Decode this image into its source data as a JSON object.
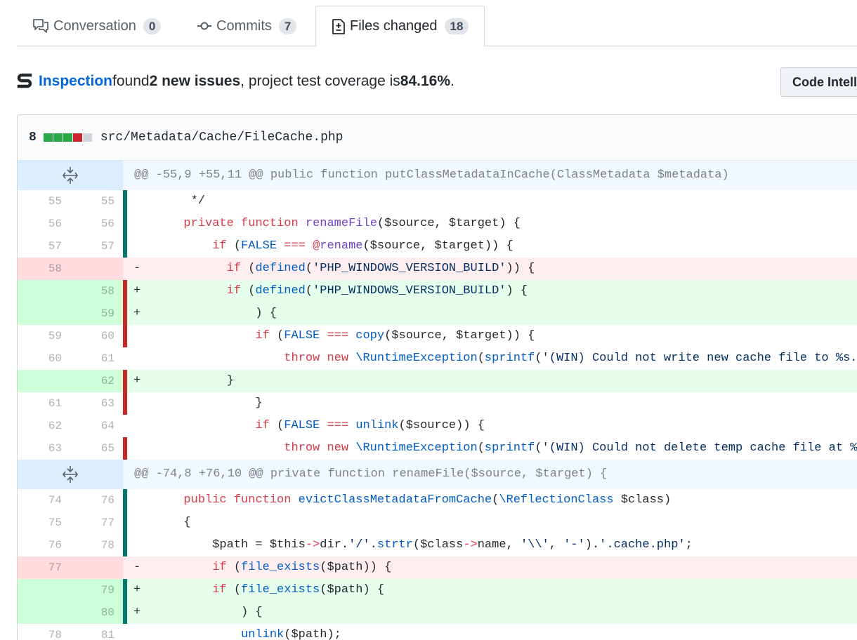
{
  "tabs": [
    {
      "label": "Conversation",
      "count": "0",
      "icon": "comment-discussion-icon"
    },
    {
      "label": "Commits",
      "count": "7",
      "icon": "git-commit-icon"
    },
    {
      "label": "Files changed",
      "count": "18",
      "icon": "file-diff-icon",
      "selected": true
    }
  ],
  "inspection": {
    "link": "Inspection",
    "text1": " found ",
    "issues": "2 new issues",
    "text2": ", project test coverage is ",
    "coverage": "84.16%",
    "text3": ".",
    "button": "Code Intelligence"
  },
  "file": {
    "changes": "8",
    "diffstat": [
      "add",
      "add",
      "add",
      "del",
      "neutral"
    ],
    "path": "src/Metadata/Cache/FileCache.php"
  },
  "colors": {
    "add": "#28a745",
    "del": "#cb2431",
    "neutral": "#d1d5da",
    "gutter_green": "#00786b",
    "gutter_red": "#c62828"
  },
  "hunks": [
    "@@ -55,9 +55,11 @@ public function putClassMetadataInCache(ClassMetadata $metadata)",
    "@@ -74,8 +76,10 @@ private function renameFile($source, $target) {"
  ],
  "lines": [
    {
      "old": "55",
      "new": "55",
      "sign": " ",
      "code": "       */"
    },
    {
      "old": "56",
      "new": "56",
      "sign": " ",
      "code": "      private function renameFile($source, $target) {"
    },
    {
      "old": "57",
      "new": "57",
      "sign": " ",
      "code": "          if (FALSE === @rename($source, $target)) {"
    },
    {
      "old": "58",
      "new": "",
      "sign": "-",
      "code": "            if (defined('PHP_WINDOWS_VERSION_BUILD')) {"
    },
    {
      "old": "",
      "new": "58",
      "sign": "+",
      "code": "            if (defined('PHP_WINDOWS_VERSION_BUILD') {"
    },
    {
      "old": "",
      "new": "59",
      "sign": "+",
      "code": "                ) {"
    },
    {
      "old": "59",
      "new": "60",
      "sign": " ",
      "code": "                if (FALSE === copy($source, $target)) {"
    },
    {
      "old": "60",
      "new": "61",
      "sign": " ",
      "code": "                    throw new \\RuntimeException(sprintf('(WIN) Could not write new cache file to %s.', $target));"
    },
    {
      "old": "",
      "new": "62",
      "sign": "+",
      "code": "            }"
    },
    {
      "old": "61",
      "new": "63",
      "sign": " ",
      "code": "                }"
    },
    {
      "old": "62",
      "new": "64",
      "sign": " ",
      "code": "                if (FALSE === unlink($source)) {"
    },
    {
      "old": "63",
      "new": "65",
      "sign": " ",
      "code": "                    throw new \\RuntimeException(sprintf('(WIN) Could not delete temp cache file at %s.', $source));"
    },
    {
      "old": "74",
      "new": "76",
      "sign": " ",
      "code": "      public function evictClassMetadataFromCache(\\ReflectionClass $class)"
    },
    {
      "old": "75",
      "new": "77",
      "sign": " ",
      "code": "      {"
    },
    {
      "old": "76",
      "new": "78",
      "sign": " ",
      "code": "          $path = $this->dir.'/'.strtr($class->name, '\\\\', '-').'.cache.php';"
    },
    {
      "old": "77",
      "new": "",
      "sign": "-",
      "code": "          if (file_exists($path)) {"
    },
    {
      "old": "",
      "new": "79",
      "sign": "+",
      "code": "          if (file_exists($path) {"
    },
    {
      "old": "",
      "new": "80",
      "sign": "+",
      "code": "              ) {"
    },
    {
      "old": "78",
      "new": "81",
      "sign": " ",
      "code": "              unlink($path);"
    }
  ]
}
